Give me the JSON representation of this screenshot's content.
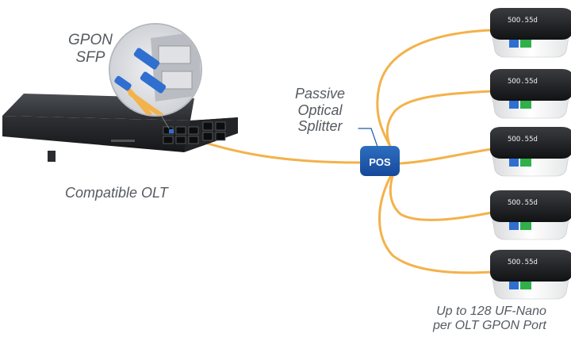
{
  "labels": {
    "gpon_line1": "GPON",
    "gpon_line2": "SFP",
    "splitter_line1": "Passive",
    "splitter_line2": "Optical",
    "splitter_line3": "Splitter",
    "pos": "POS",
    "olt": "Compatible OLT",
    "ufnano_line1": "Up to 128 UF-Nano",
    "ufnano_line2": "per OLT GPON Port"
  },
  "devices": {
    "ufnano_count": 5,
    "ufnano_display_text": "5OO.55d"
  },
  "colors": {
    "fiber": "#f3b24a",
    "pos_fill": "#1b5aa8",
    "label_text": "#555a60",
    "olt_body": "#2b2d30",
    "sfp_connector": "#2f6fd0"
  }
}
